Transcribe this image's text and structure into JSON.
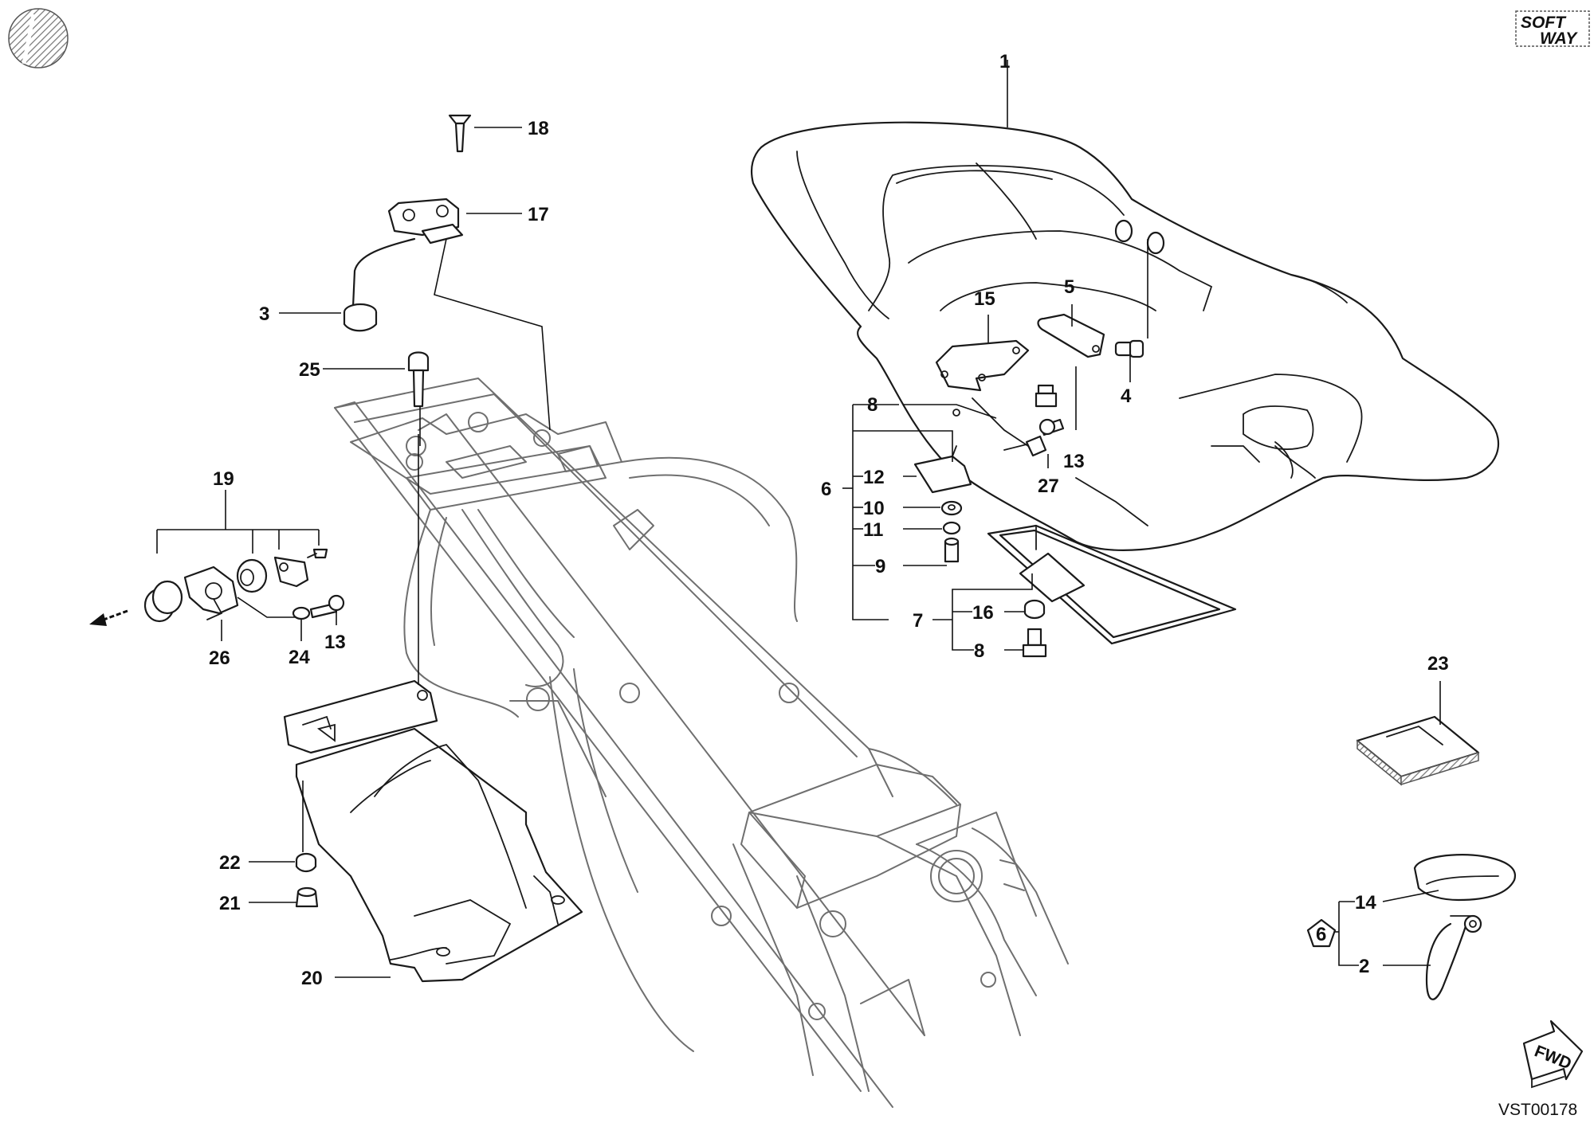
{
  "brand": {
    "line1": "SOFT",
    "line2": "WAY"
  },
  "drawing_code": "VST00178",
  "fwd_label": "FWD",
  "kit_symbol": "6",
  "callouts": {
    "c1": "1",
    "c2": "2",
    "c3": "3",
    "c4": "4",
    "c5": "5",
    "c6": "6",
    "c7": "7",
    "c8a": "8",
    "c8b": "8",
    "c9": "9",
    "c10": "10",
    "c11": "11",
    "c12": "12",
    "c13a": "13",
    "c13b": "13",
    "c14": "14",
    "c15": "15",
    "c16": "16",
    "c17": "17",
    "c18": "18",
    "c19": "19",
    "c20": "20",
    "c21": "21",
    "c22": "22",
    "c23": "23",
    "c24": "24",
    "c25": "25",
    "c26": "26",
    "c27": "27"
  },
  "colors": {
    "line": "#1a1a1a",
    "frame": "#6f6f6f",
    "background": "#ffffff"
  }
}
